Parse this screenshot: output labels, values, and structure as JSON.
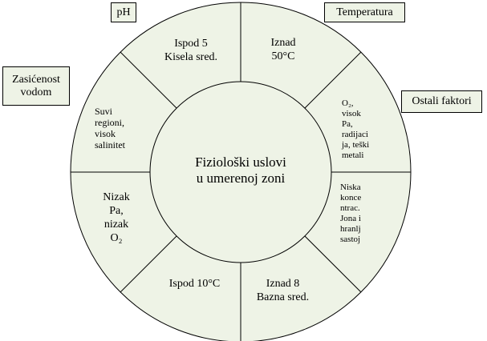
{
  "center": {
    "line1": "Fiziološki uslovi",
    "line2": "u umerenoj zoni"
  },
  "labels": {
    "ph": "pH",
    "temperatura": "Temperatura",
    "zasicenost_line1": "Zasićenost",
    "zasicenost_line2": "vodom",
    "ostali": "Ostali faktori"
  },
  "segments": {
    "kisela": {
      "line1": "Ispod  5",
      "line2": "Kisela sred."
    },
    "temp_high": {
      "line1": "Iznad",
      "line2": "50°C"
    },
    "ostali_o2": {
      "line1": "O₂,",
      "line2": "visok",
      "line3": "Pa,",
      "line4": "radijaci",
      "line5": "ja, teški",
      "line6": "metali"
    },
    "niska_konc": {
      "line1": "Niska",
      "line2": "konce",
      "line3": "ntrac.",
      "line4": "Jona i",
      "line5": "hranlj",
      "line6": "sastoj"
    },
    "bazna": {
      "line1": "Iznad  8",
      "line2": "Bazna sred."
    },
    "temp_low": {
      "line1": "Ispod 10°C"
    },
    "nizak_pa": {
      "line1": "Nizak",
      "line2": "Pa,",
      "line3": "nizak",
      "line4": "O₂"
    },
    "suvi": {
      "line1": "Suvi",
      "line2": "regioni,",
      "line3": "visok",
      "line4": "salinitet"
    }
  },
  "colors": {
    "fill": "#eef3e6",
    "stroke": "#000000"
  }
}
